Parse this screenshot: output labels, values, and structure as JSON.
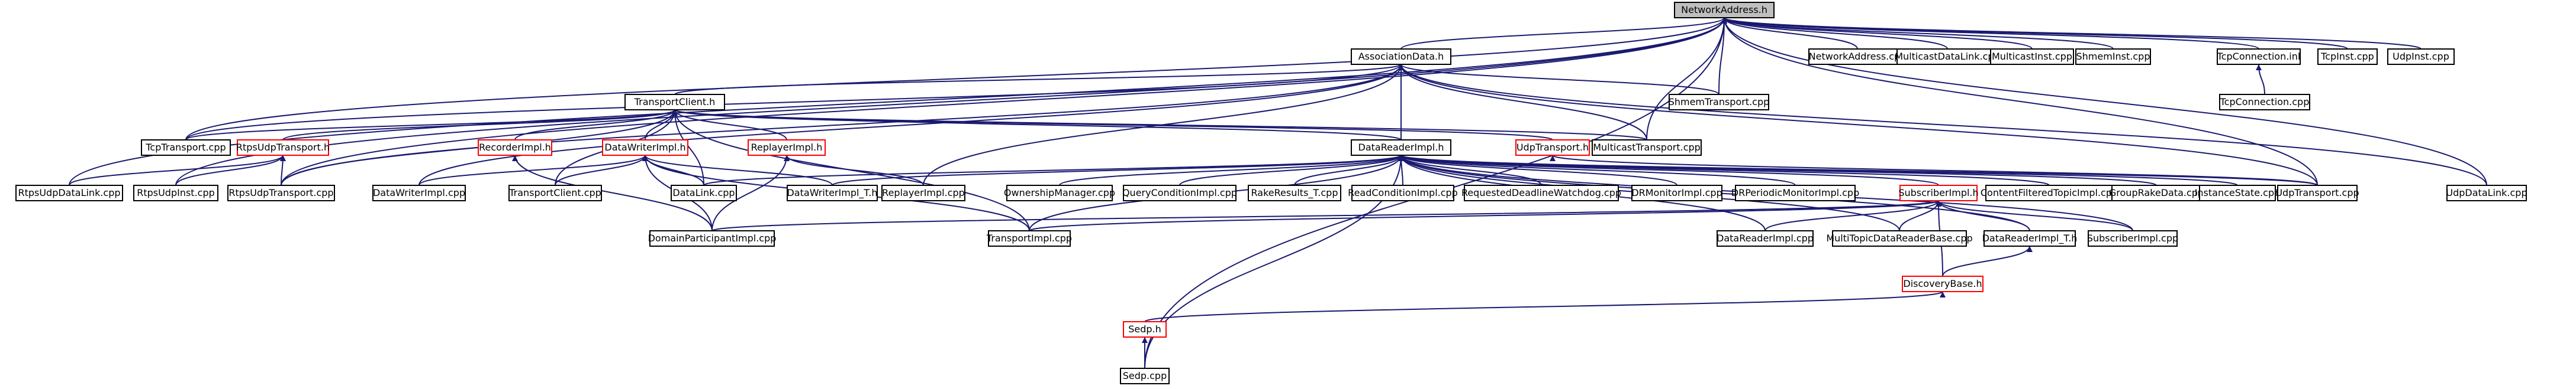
{
  "graph": {
    "colors": {
      "node_border": "#000000",
      "red_border": "#ff0000",
      "edge": "#191970",
      "root_fill": "#bfbfbf",
      "background": "#ffffff"
    },
    "nodes": [
      {
        "id": "n0",
        "label": "NetworkAddress.h",
        "style": "root"
      },
      {
        "id": "n1",
        "label": "AssociationData.h",
        "style": "normal"
      },
      {
        "id": "n2",
        "label": "NetworkAddress.cpp",
        "style": "normal"
      },
      {
        "id": "n3",
        "label": "MulticastDataLink.cpp",
        "style": "normal"
      },
      {
        "id": "n4",
        "label": "MulticastInst.cpp",
        "style": "normal"
      },
      {
        "id": "n5",
        "label": "ShmemInst.cpp",
        "style": "normal"
      },
      {
        "id": "n6",
        "label": "TcpConnection.inl",
        "style": "normal"
      },
      {
        "id": "n7",
        "label": "TcpInst.cpp",
        "style": "normal"
      },
      {
        "id": "n8",
        "label": "UdpInst.cpp",
        "style": "normal"
      },
      {
        "id": "n9",
        "label": "TransportClient.h",
        "style": "normal"
      },
      {
        "id": "n10",
        "label": "ShmemTransport.cpp",
        "style": "normal"
      },
      {
        "id": "n11",
        "label": "TcpConnection.cpp",
        "style": "normal"
      },
      {
        "id": "n12",
        "label": "TcpTransport.cpp",
        "style": "normal"
      },
      {
        "id": "n13",
        "label": "RtpsUdpTransport.h",
        "style": "red"
      },
      {
        "id": "n14",
        "label": "RecorderImpl.h",
        "style": "red"
      },
      {
        "id": "n15",
        "label": "DataWriterImpl.h",
        "style": "red"
      },
      {
        "id": "n16",
        "label": "ReplayerImpl.h",
        "style": "red"
      },
      {
        "id": "n17",
        "label": "DataReaderImpl.h",
        "style": "normal"
      },
      {
        "id": "n18",
        "label": "UdpTransport.h",
        "style": "red"
      },
      {
        "id": "n19",
        "label": "MulticastTransport.cpp",
        "style": "normal"
      },
      {
        "id": "n20",
        "label": "RtpsUdpDataLink.cpp",
        "style": "normal"
      },
      {
        "id": "n21",
        "label": "RtpsUdpInst.cpp",
        "style": "normal"
      },
      {
        "id": "n22",
        "label": "RtpsUdpTransport.cpp",
        "style": "normal"
      },
      {
        "id": "n23",
        "label": "DataWriterImpl.cpp",
        "style": "normal"
      },
      {
        "id": "n24",
        "label": "TransportClient.cpp",
        "style": "normal"
      },
      {
        "id": "n25",
        "label": "DataLink.cpp",
        "style": "normal"
      },
      {
        "id": "n26",
        "label": "DataWriterImpl_T.h",
        "style": "normal"
      },
      {
        "id": "n27",
        "label": "ReplayerImpl.cpp",
        "style": "normal"
      },
      {
        "id": "n28",
        "label": "OwnershipManager.cpp",
        "style": "normal"
      },
      {
        "id": "n29",
        "label": "QueryConditionImpl.cpp",
        "style": "normal"
      },
      {
        "id": "n30",
        "label": "RakeResults_T.cpp",
        "style": "normal"
      },
      {
        "id": "n31",
        "label": "ReadConditionImpl.cpp",
        "style": "normal"
      },
      {
        "id": "n32",
        "label": "RequestedDeadlineWatchdog.cpp",
        "style": "normal"
      },
      {
        "id": "n33",
        "label": "DRMonitorImpl.cpp",
        "style": "normal"
      },
      {
        "id": "n34",
        "label": "DRPeriodicMonitorImpl.cpp",
        "style": "normal"
      },
      {
        "id": "n35",
        "label": "SubscriberImpl.h",
        "style": "red"
      },
      {
        "id": "n36",
        "label": "ContentFilteredTopicImpl.cpp",
        "style": "normal"
      },
      {
        "id": "n37",
        "label": "GroupRakeData.cpp",
        "style": "normal"
      },
      {
        "id": "n38",
        "label": "InstanceState.cpp",
        "style": "normal"
      },
      {
        "id": "n39",
        "label": "UdpTransport.cpp",
        "style": "normal"
      },
      {
        "id": "n40",
        "label": "UdpDataLink.cpp",
        "style": "normal"
      },
      {
        "id": "n41",
        "label": "DomainParticipantImpl.cpp",
        "style": "normal"
      },
      {
        "id": "n42",
        "label": "TransportImpl.cpp",
        "style": "normal"
      },
      {
        "id": "n43",
        "label": "DataReaderImpl.cpp",
        "style": "normal"
      },
      {
        "id": "n44",
        "label": "MultiTopicDataReaderBase.cpp",
        "style": "normal"
      },
      {
        "id": "n45",
        "label": "DataReaderImpl_T.h",
        "style": "normal"
      },
      {
        "id": "n46",
        "label": "SubscriberImpl.cpp",
        "style": "normal"
      },
      {
        "id": "n47",
        "label": "DiscoveryBase.h",
        "style": "red"
      },
      {
        "id": "n48",
        "label": "Sedp.h",
        "style": "red"
      },
      {
        "id": "n49",
        "label": "Sedp.cpp",
        "style": "normal"
      }
    ],
    "edges": [
      [
        "n1",
        "n0"
      ],
      [
        "n2",
        "n0"
      ],
      [
        "n3",
        "n0"
      ],
      [
        "n4",
        "n0"
      ],
      [
        "n5",
        "n0"
      ],
      [
        "n6",
        "n0"
      ],
      [
        "n7",
        "n0"
      ],
      [
        "n8",
        "n0"
      ],
      [
        "n10",
        "n0"
      ],
      [
        "n12",
        "n0"
      ],
      [
        "n19",
        "n0"
      ],
      [
        "n20",
        "n0"
      ],
      [
        "n21",
        "n0"
      ],
      [
        "n22",
        "n0"
      ],
      [
        "n39",
        "n0"
      ],
      [
        "n40",
        "n0"
      ],
      [
        "n49",
        "n0"
      ],
      [
        "n11",
        "n6"
      ],
      [
        "n9",
        "n1"
      ],
      [
        "n10",
        "n1"
      ],
      [
        "n12",
        "n1"
      ],
      [
        "n17",
        "n1"
      ],
      [
        "n19",
        "n1"
      ],
      [
        "n22",
        "n1"
      ],
      [
        "n23",
        "n1"
      ],
      [
        "n27",
        "n1"
      ],
      [
        "n39",
        "n1"
      ],
      [
        "n40",
        "n1"
      ],
      [
        "n12",
        "n9"
      ],
      [
        "n13",
        "n9"
      ],
      [
        "n14",
        "n9"
      ],
      [
        "n15",
        "n9"
      ],
      [
        "n16",
        "n9"
      ],
      [
        "n17",
        "n9"
      ],
      [
        "n18",
        "n9"
      ],
      [
        "n19",
        "n9"
      ],
      [
        "n22",
        "n9"
      ],
      [
        "n24",
        "n9"
      ],
      [
        "n25",
        "n9"
      ],
      [
        "n42",
        "n9"
      ],
      [
        "n20",
        "n13"
      ],
      [
        "n21",
        "n13"
      ],
      [
        "n22",
        "n13"
      ],
      [
        "n41",
        "n14"
      ],
      [
        "n23",
        "n15"
      ],
      [
        "n24",
        "n15"
      ],
      [
        "n25",
        "n15"
      ],
      [
        "n26",
        "n15"
      ],
      [
        "n41",
        "n15"
      ],
      [
        "n42",
        "n15"
      ],
      [
        "n27",
        "n16"
      ],
      [
        "n41",
        "n16"
      ],
      [
        "n25",
        "n17"
      ],
      [
        "n26",
        "n17"
      ],
      [
        "n28",
        "n17"
      ],
      [
        "n29",
        "n17"
      ],
      [
        "n30",
        "n17"
      ],
      [
        "n31",
        "n17"
      ],
      [
        "n32",
        "n17"
      ],
      [
        "n33",
        "n17"
      ],
      [
        "n34",
        "n17"
      ],
      [
        "n35",
        "n17"
      ],
      [
        "n36",
        "n17"
      ],
      [
        "n37",
        "n17"
      ],
      [
        "n38",
        "n17"
      ],
      [
        "n39",
        "n17"
      ],
      [
        "n42",
        "n17"
      ],
      [
        "n43",
        "n17"
      ],
      [
        "n44",
        "n17"
      ],
      [
        "n45",
        "n17"
      ],
      [
        "n46",
        "n17"
      ],
      [
        "n49",
        "n17"
      ],
      [
        "n39",
        "n18"
      ],
      [
        "n41",
        "n35"
      ],
      [
        "n42",
        "n35"
      ],
      [
        "n43",
        "n35"
      ],
      [
        "n44",
        "n35"
      ],
      [
        "n45",
        "n35"
      ],
      [
        "n46",
        "n35"
      ],
      [
        "n47",
        "n35"
      ],
      [
        "n47",
        "n45"
      ],
      [
        "n48",
        "n47"
      ],
      [
        "n49",
        "n48"
      ]
    ]
  }
}
